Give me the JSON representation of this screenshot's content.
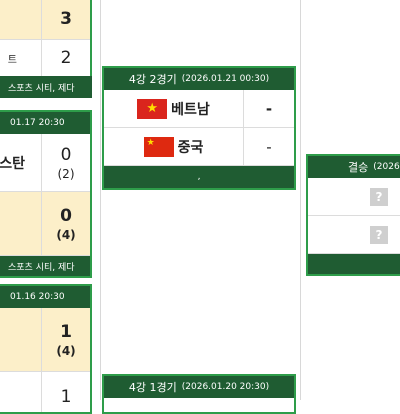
{
  "qf_a": {
    "team2_name": "트",
    "team1_score": "3",
    "team2_score": "2",
    "venue": "스포츠 시티, 제다"
  },
  "qf_b": {
    "datetime": "01.17 20:30",
    "team1_name": "스탄",
    "team1_score": "0",
    "team1_pk": "(2)",
    "team2_score": "0",
    "team2_pk": "(4)",
    "venue": "스포츠 시티, 제다"
  },
  "qf_c": {
    "datetime": "01.16 20:30",
    "team1_score": "1",
    "team1_pk": "(4)",
    "team2_score": "1"
  },
  "sf2": {
    "title": "4강 2경기",
    "datetime": "(2026.01.21 00:30)",
    "team1": {
      "name": "베트남",
      "flag": "vietnam-flag-icon",
      "score": "-"
    },
    "team2": {
      "name": "중국",
      "flag": "china-flag-icon",
      "score": "-"
    },
    "footer": ","
  },
  "sf1": {
    "title": "4강 1경기",
    "datetime": "(2026.01.20 20:30)"
  },
  "final": {
    "title": "결승",
    "datetime": "(2026",
    "placeholder_mark": "?"
  },
  "colors": {
    "header": "#1f5c32",
    "border": "#2e9d4a",
    "winner_bg": "#fcefc9"
  }
}
